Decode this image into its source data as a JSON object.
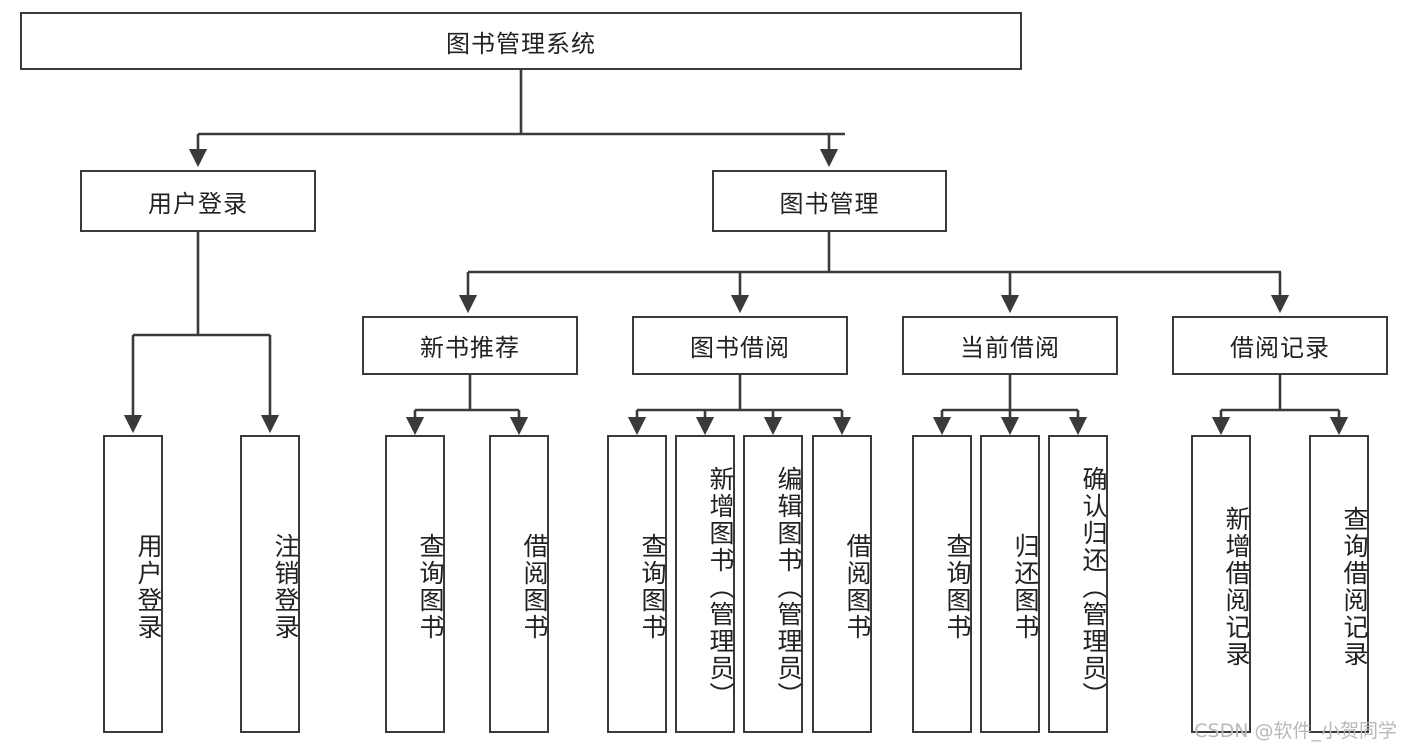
{
  "diagram": {
    "title": "图书管理系统",
    "type": "hierarchy-tree",
    "root": {
      "id": "root",
      "label": "图书管理系统",
      "orientation": "horizontal"
    },
    "level1": [
      {
        "id": "user-login",
        "label": "用户登录",
        "orientation": "horizontal"
      },
      {
        "id": "book-manage",
        "label": "图书管理",
        "orientation": "horizontal"
      }
    ],
    "level2": [
      {
        "id": "new-book-rec",
        "label": "新书推荐",
        "orientation": "horizontal",
        "parent": "book-manage"
      },
      {
        "id": "book-borrow",
        "label": "图书借阅",
        "orientation": "horizontal",
        "parent": "book-manage"
      },
      {
        "id": "current-borrow",
        "label": "当前借阅",
        "orientation": "horizontal",
        "parent": "book-manage"
      },
      {
        "id": "borrow-record",
        "label": "借阅记录",
        "orientation": "horizontal",
        "parent": "book-manage"
      }
    ],
    "leaves": [
      {
        "id": "leaf-user-login",
        "label": "用户登录",
        "orientation": "vertical",
        "parent": "user-login"
      },
      {
        "id": "leaf-logout",
        "label": "注销登录",
        "orientation": "vertical",
        "parent": "user-login"
      },
      {
        "id": "leaf-query-book-1",
        "label": "查询图书",
        "orientation": "vertical",
        "parent": "new-book-rec"
      },
      {
        "id": "leaf-borrow-book-1",
        "label": "借阅图书",
        "orientation": "vertical",
        "parent": "new-book-rec"
      },
      {
        "id": "leaf-query-book-2",
        "label": "查询图书",
        "orientation": "vertical",
        "parent": "book-borrow"
      },
      {
        "id": "leaf-add-book",
        "label": "新增图书（管理员）",
        "orientation": "vertical",
        "parent": "book-borrow"
      },
      {
        "id": "leaf-edit-book",
        "label": "编辑图书（管理员）",
        "orientation": "vertical",
        "parent": "book-borrow"
      },
      {
        "id": "leaf-borrow-book-2",
        "label": "借阅图书",
        "orientation": "vertical",
        "parent": "book-borrow"
      },
      {
        "id": "leaf-query-book-3",
        "label": "查询图书",
        "orientation": "vertical",
        "parent": "current-borrow"
      },
      {
        "id": "leaf-return-book",
        "label": "归还图书",
        "orientation": "vertical",
        "parent": "current-borrow"
      },
      {
        "id": "leaf-confirm-return",
        "label": "确认归还（管理员）",
        "orientation": "vertical",
        "parent": "current-borrow"
      },
      {
        "id": "leaf-add-record",
        "label": "新增借阅记录",
        "orientation": "vertical",
        "parent": "borrow-record"
      },
      {
        "id": "leaf-query-record",
        "label": "查询借阅记录",
        "orientation": "vertical",
        "parent": "borrow-record"
      }
    ],
    "watermark": "CSDN @软件_小贺同学",
    "colors": {
      "stroke": "#3a3a3a",
      "fill": "#ffffff",
      "text": "#222222",
      "watermark": "#b9b9b9"
    }
  }
}
